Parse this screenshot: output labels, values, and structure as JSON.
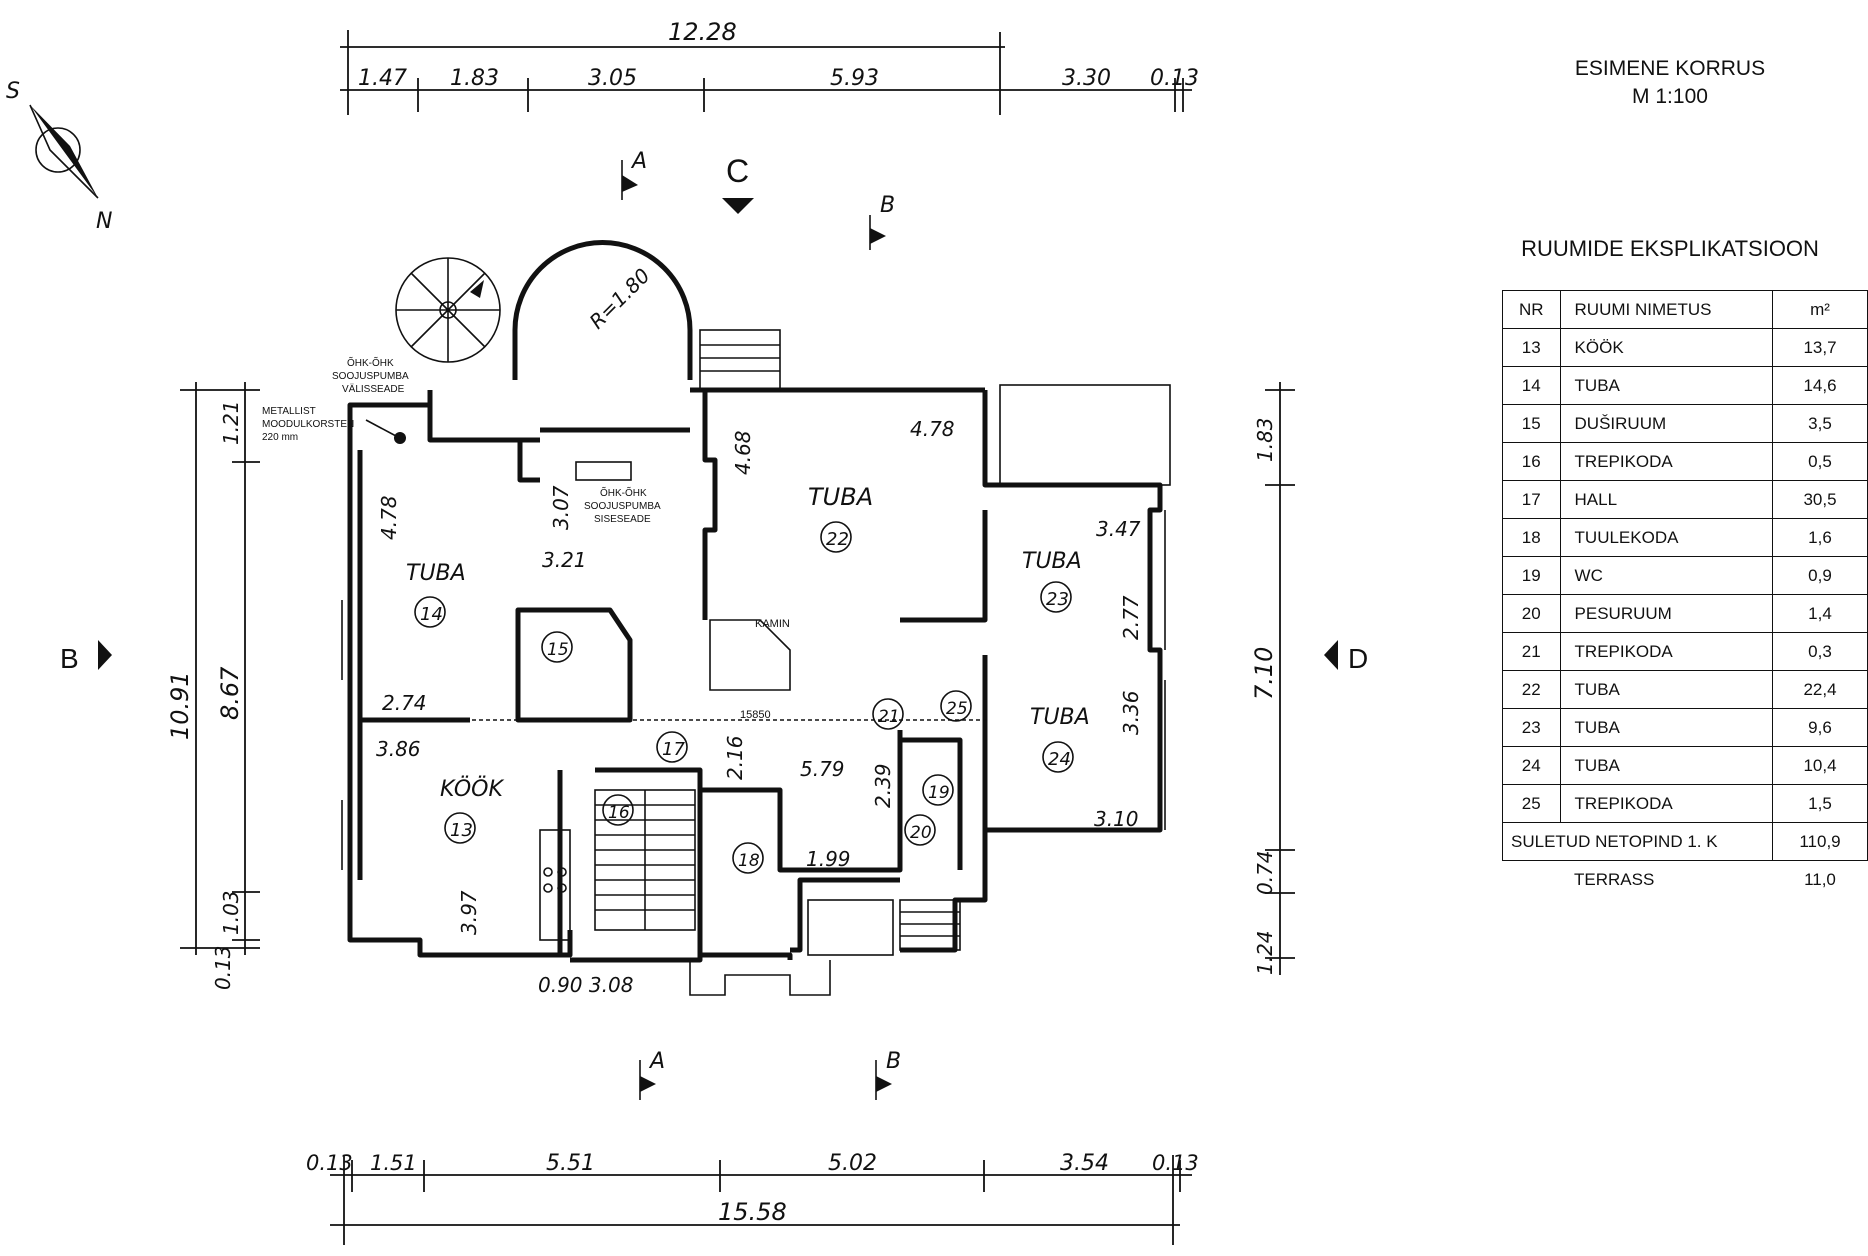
{
  "title": {
    "line1": "ESIMENE  KORRUS",
    "line2": "M 1:100"
  },
  "explication": {
    "heading": "RUUMIDE EKSPLIKATSIOON",
    "columns": {
      "nr": "NR",
      "name": "RUUMI NIMETUS",
      "area": "m²"
    },
    "rows": [
      {
        "nr": "13",
        "name": "KÖÖK",
        "area": "13,7"
      },
      {
        "nr": "14",
        "name": "TUBA",
        "area": "14,6"
      },
      {
        "nr": "15",
        "name": "DUŠIRUUM",
        "area": "3,5"
      },
      {
        "nr": "16",
        "name": "TREPIKODA",
        "area": "0,5"
      },
      {
        "nr": "17",
        "name": "HALL",
        "area": "30,5"
      },
      {
        "nr": "18",
        "name": "TUULEKODA",
        "area": "1,6"
      },
      {
        "nr": "19",
        "name": "WC",
        "area": "0,9"
      },
      {
        "nr": "20",
        "name": "PESURUUM",
        "area": "1,4"
      },
      {
        "nr": "21",
        "name": "TREPIKODA",
        "area": "0,3"
      },
      {
        "nr": "22",
        "name": "TUBA",
        "area": "22,4"
      },
      {
        "nr": "23",
        "name": "TUBA",
        "area": "9,6"
      },
      {
        "nr": "24",
        "name": "TUBA",
        "area": "10,4"
      },
      {
        "nr": "25",
        "name": "TREPIKODA",
        "area": "1,5"
      }
    ],
    "total": {
      "label": "SULETUD NETOPIND 1. K",
      "area": "110,9"
    },
    "terrace": {
      "label": "TERRASS",
      "area": "11,0"
    }
  },
  "compass": {
    "north": "N",
    "south": "S"
  },
  "sections": {
    "A": "A",
    "B": "B",
    "C": "C",
    "D": "D"
  },
  "dimensions": {
    "top_overall": "12.28",
    "top_chain": [
      "1.47",
      "1.83",
      "3.05",
      "5.93",
      "3.30",
      "0.13"
    ],
    "bottom_overall": "15.58",
    "bottom_chain": [
      "0.13",
      "1.51",
      "5.51",
      "5.02",
      "3.54",
      "0.13"
    ],
    "left_overall": "10.91",
    "left_inner": "8.67",
    "left_chain": [
      "1.21",
      "1.03",
      "0.13"
    ],
    "right_overall": "7.10",
    "right_chain": [
      "1.83",
      "0.74",
      "1.24"
    ],
    "below_plan": "0.90  3.08",
    "section_line": "15850",
    "radius": "R=1.80"
  },
  "annotations": {
    "heatpump_outdoor": [
      "ÕHK-ÕHK",
      "SOOJUSPUMBA",
      "VÄLISSEADE"
    ],
    "chimney": [
      "METALLIST",
      "MOODULKORSTEN",
      "220 mm"
    ],
    "heatpump_indoor": [
      "ÕHK-ÕHK",
      "SOOJUSPUMBA",
      "SISESEADE"
    ],
    "fireplace": "KAMIN"
  },
  "rooms": {
    "r22": {
      "name": "TUBA",
      "num": "22",
      "dims": [
        "4.78",
        "4.68"
      ]
    },
    "r14": {
      "name": "TUBA",
      "num": "14",
      "dims": [
        "4.78",
        "3.21",
        "3.07",
        "2.74"
      ]
    },
    "r23": {
      "name": "TUBA",
      "num": "23",
      "dims": [
        "3.47",
        "2.77"
      ]
    },
    "r24": {
      "name": "TUBA",
      "num": "24",
      "dims": [
        "3.36",
        "3.10"
      ]
    },
    "r13": {
      "name": "KÖÖK",
      "num": "13",
      "dims": [
        "3.86",
        "3.97"
      ]
    },
    "r17": {
      "num": "17",
      "dims": [
        "2.16",
        "5.79",
        "1.99",
        "2.39"
      ]
    },
    "small": [
      "15",
      "16",
      "18",
      "19",
      "20",
      "21",
      "25"
    ]
  }
}
